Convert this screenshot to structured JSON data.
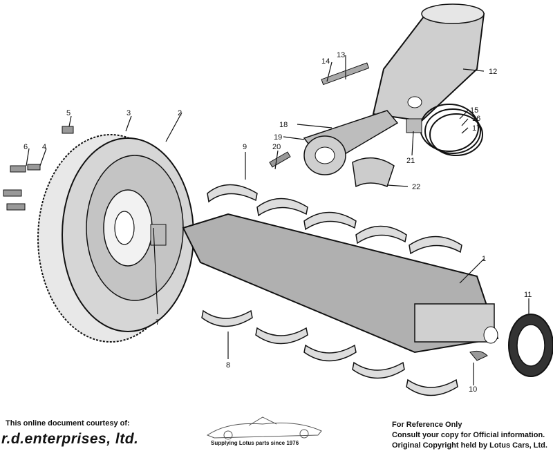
{
  "callouts": [
    {
      "n": "1"
    },
    {
      "n": "2"
    },
    {
      "n": "3"
    },
    {
      "n": "4"
    },
    {
      "n": "5"
    },
    {
      "n": "6"
    },
    {
      "n": "7"
    },
    {
      "n": "8"
    },
    {
      "n": "9"
    },
    {
      "n": "10"
    },
    {
      "n": "11"
    },
    {
      "n": "12"
    },
    {
      "n": "13"
    },
    {
      "n": "14"
    },
    {
      "n": "15"
    },
    {
      "n": "16"
    },
    {
      "n": "17"
    },
    {
      "n": "18"
    },
    {
      "n": "19"
    },
    {
      "n": "20"
    },
    {
      "n": "21"
    },
    {
      "n": "22"
    }
  ],
  "footer": {
    "courtesy": "This online document courtesy of:",
    "brand": "r.d.enterprises, ltd.",
    "tagline": "Supplying Lotus parts since 1976",
    "reference_only": "For Reference Only",
    "consult": "Consult your copy for Official information.",
    "copyright": "Original Copyright held by Lotus Cars, Ltd."
  }
}
